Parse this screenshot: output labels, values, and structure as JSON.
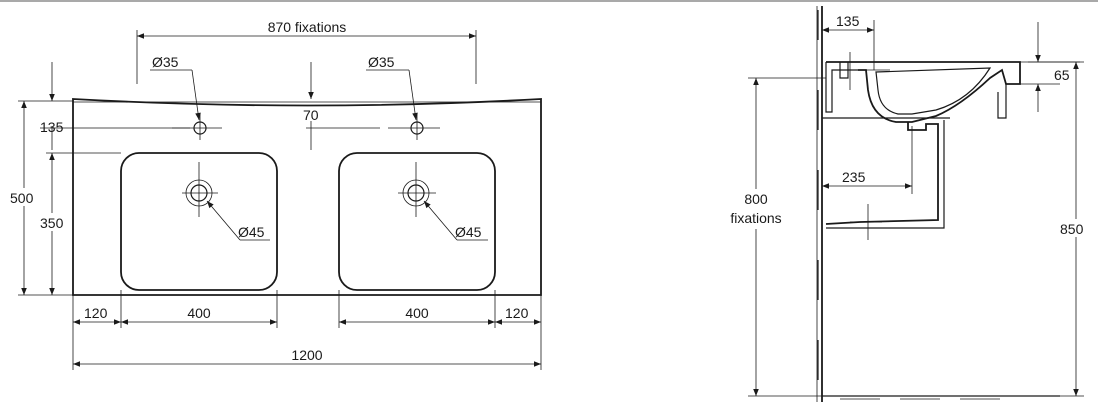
{
  "front_view": {
    "fixation_spacing": "870 fixations",
    "left_tap_hole": "Ø35",
    "right_tap_hole": "Ø35",
    "tap_offset": "70",
    "tap_depth": "135",
    "total_depth": "500",
    "bowl_depth": "350",
    "left_drain": "Ø45",
    "right_drain": "Ø45",
    "left_margin": "120",
    "left_bowl_width": "400",
    "right_bowl_width": "400",
    "right_margin": "120",
    "total_width": "1200"
  },
  "side_view": {
    "tap_offset": "135",
    "rim_height": "65",
    "waste_offset": "235",
    "fixation_height_value": "800",
    "fixation_height_word": "fixations",
    "total_height": "850"
  }
}
